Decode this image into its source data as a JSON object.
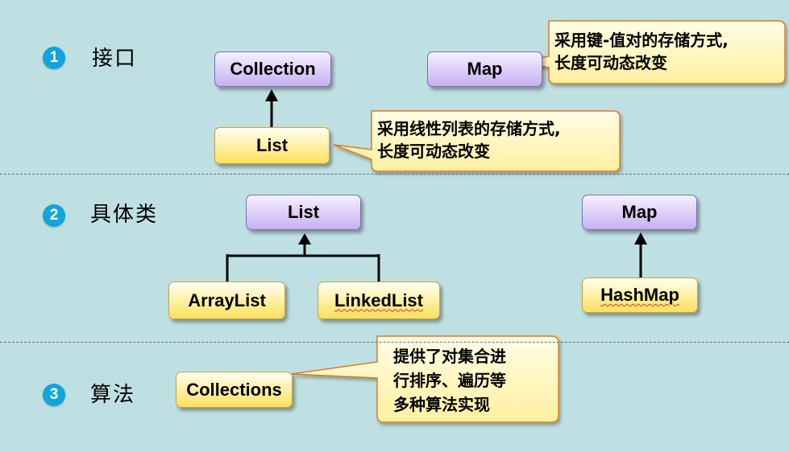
{
  "sections": [
    {
      "number": "1",
      "title": "接口"
    },
    {
      "number": "2",
      "title": "具体类"
    },
    {
      "number": "3",
      "title": "算法"
    }
  ],
  "interfaces": {
    "collection": "Collection",
    "map": "Map",
    "list": "List"
  },
  "classes": {
    "list": "List",
    "arraylist": "ArrayList",
    "linkedlist": "LinkedList",
    "map": "Map",
    "hashmap": "HashMap"
  },
  "algorithms": {
    "collections": "Collections"
  },
  "callouts": {
    "map_line1": "采用键-值对的存储方式,",
    "map_line2": "长度可动态改变",
    "list_line1": "采用线性列表的存储方式,",
    "list_line2": "长度可动态改变",
    "algo_line1": "提供了对集合进",
    "algo_line2": "行排序、遍历等",
    "algo_line3": "多种算法实现"
  },
  "colors": {
    "background": "#bfe0e2",
    "section_badge": "#12a4dc",
    "interface_box": "#dccdf8",
    "class_box": "#ffef9e",
    "callout_fill": "#fff5b3",
    "callout_border": "#e07c1a"
  }
}
